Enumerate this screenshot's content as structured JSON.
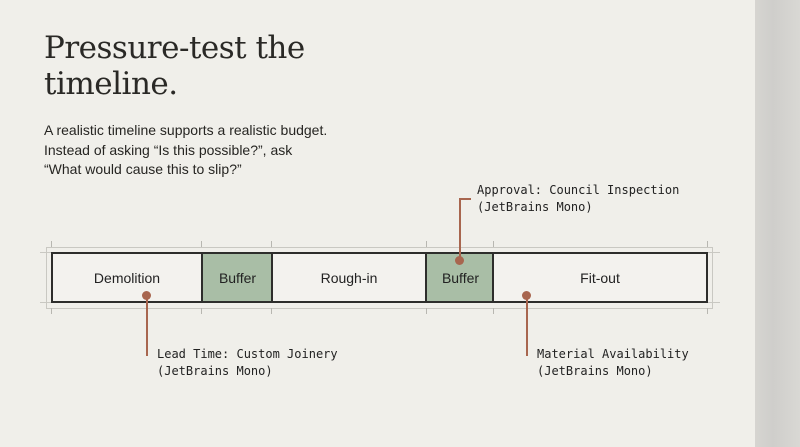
{
  "slide": {
    "title_line1": "Pressure-test the",
    "title_line2": "timeline.",
    "body_lines": [
      "A realistic timeline supports a realistic budget.",
      "Instead of asking “Is this possible?”, ask",
      "“What would cause this to slip?”"
    ]
  },
  "timeline": {
    "segments": [
      {
        "label": "Demolition",
        "type": "task"
      },
      {
        "label": "Buffer",
        "type": "buffer"
      },
      {
        "label": "Rough-in",
        "type": "task"
      },
      {
        "label": "Buffer",
        "type": "buffer"
      },
      {
        "label": "Fit-out",
        "type": "task"
      }
    ],
    "annotations": [
      {
        "line1": "Lead Time: Custom Joinery",
        "line2": "(JetBrains Mono)"
      },
      {
        "line1": "Approval: Council Inspection",
        "line2": "(JetBrains Mono)"
      },
      {
        "line1": "Material Availability",
        "line2": "(JetBrains Mono)"
      }
    ]
  },
  "colors": {
    "buffer": "#a9bea6",
    "marker": "#a8664f",
    "background": "#f0efea"
  }
}
